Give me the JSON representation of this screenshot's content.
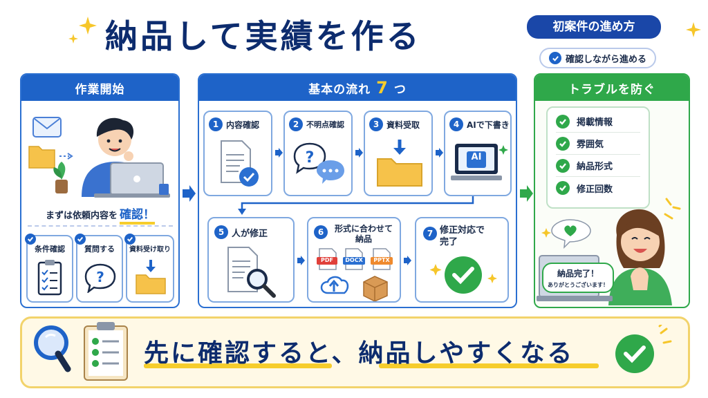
{
  "header": {
    "title": "納品して実績を作る",
    "badge": "初案件の進め方",
    "sub_badge": "確認しながら進める"
  },
  "start_panel": {
    "title": "作業開始",
    "caption_prefix": "まずは依頼内容を",
    "caption_highlight": "確認！",
    "items": [
      {
        "label": "条件確認",
        "icon": "clipboard-checklist-icon"
      },
      {
        "label": "質問する",
        "icon": "question-bubble-icon"
      },
      {
        "label": "資料受け取り",
        "icon": "folder-download-icon"
      }
    ]
  },
  "flow_panel": {
    "title_prefix": "基本の流れ",
    "title_number": "7",
    "title_suffix": "つ",
    "steps": [
      {
        "num": "1",
        "label": "内容確認",
        "icon": "document-check-icon"
      },
      {
        "num": "2",
        "label": "不明点確認",
        "icon": "question-chat-icon"
      },
      {
        "num": "3",
        "label": "資料受取",
        "icon": "folder-download-icon"
      },
      {
        "num": "4",
        "label": "AIで下書き",
        "icon": "laptop-ai-icon",
        "screen_text": "AI"
      },
      {
        "num": "5",
        "label": "人が修正",
        "icon": "magnifier-document-icon"
      },
      {
        "num": "6",
        "label_line1": "形式に合わせて",
        "label_line2": "納品",
        "icon": "file-formats-icon",
        "formats": [
          "PDF",
          "DOCX",
          "PPTX"
        ]
      },
      {
        "num": "7",
        "label_line1": "修正対応で",
        "label_line2": "完了",
        "icon": "check-circle-icon"
      }
    ]
  },
  "trouble_panel": {
    "title": "トラブルを防ぐ",
    "checks": [
      "掲載情報",
      "雰囲気",
      "納品形式",
      "修正回数"
    ],
    "bubble_title": "納品完了！",
    "bubble_text": "ありがとうございます！"
  },
  "footer": {
    "message": "先に確認すると、納品しやすくなる"
  },
  "colors": {
    "navy": "#0d2c6e",
    "blue": "#1e63c8",
    "green": "#2fa84a",
    "yellow": "#f6cd2c",
    "cream": "#fff9e6"
  }
}
